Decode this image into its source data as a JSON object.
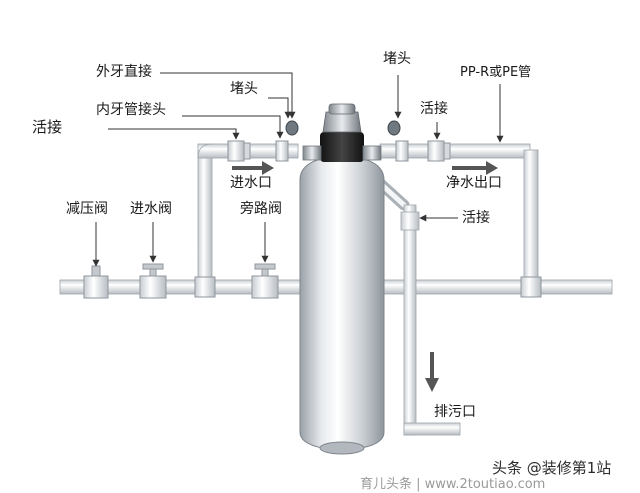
{
  "labels": {
    "external_thread_connector": "外牙直接",
    "plug_left": "堵头",
    "internal_thread_connector": "内牙管接头",
    "union_left": "活接",
    "plug_right": "堵头",
    "pipe_material": "PP-R或PE管",
    "union_top_right": "活接",
    "water_inlet": "进水口",
    "clean_water_outlet": "净水出口",
    "union_right": "活接",
    "pressure_reducing_valve": "减压阀",
    "inlet_valve": "进水阀",
    "bypass_valve": "旁路阀",
    "drain_outlet": "排污口"
  },
  "watermarks": {
    "source": "头条 @装修第1站",
    "site": "育儿头条 | www.2toutiao.com"
  }
}
